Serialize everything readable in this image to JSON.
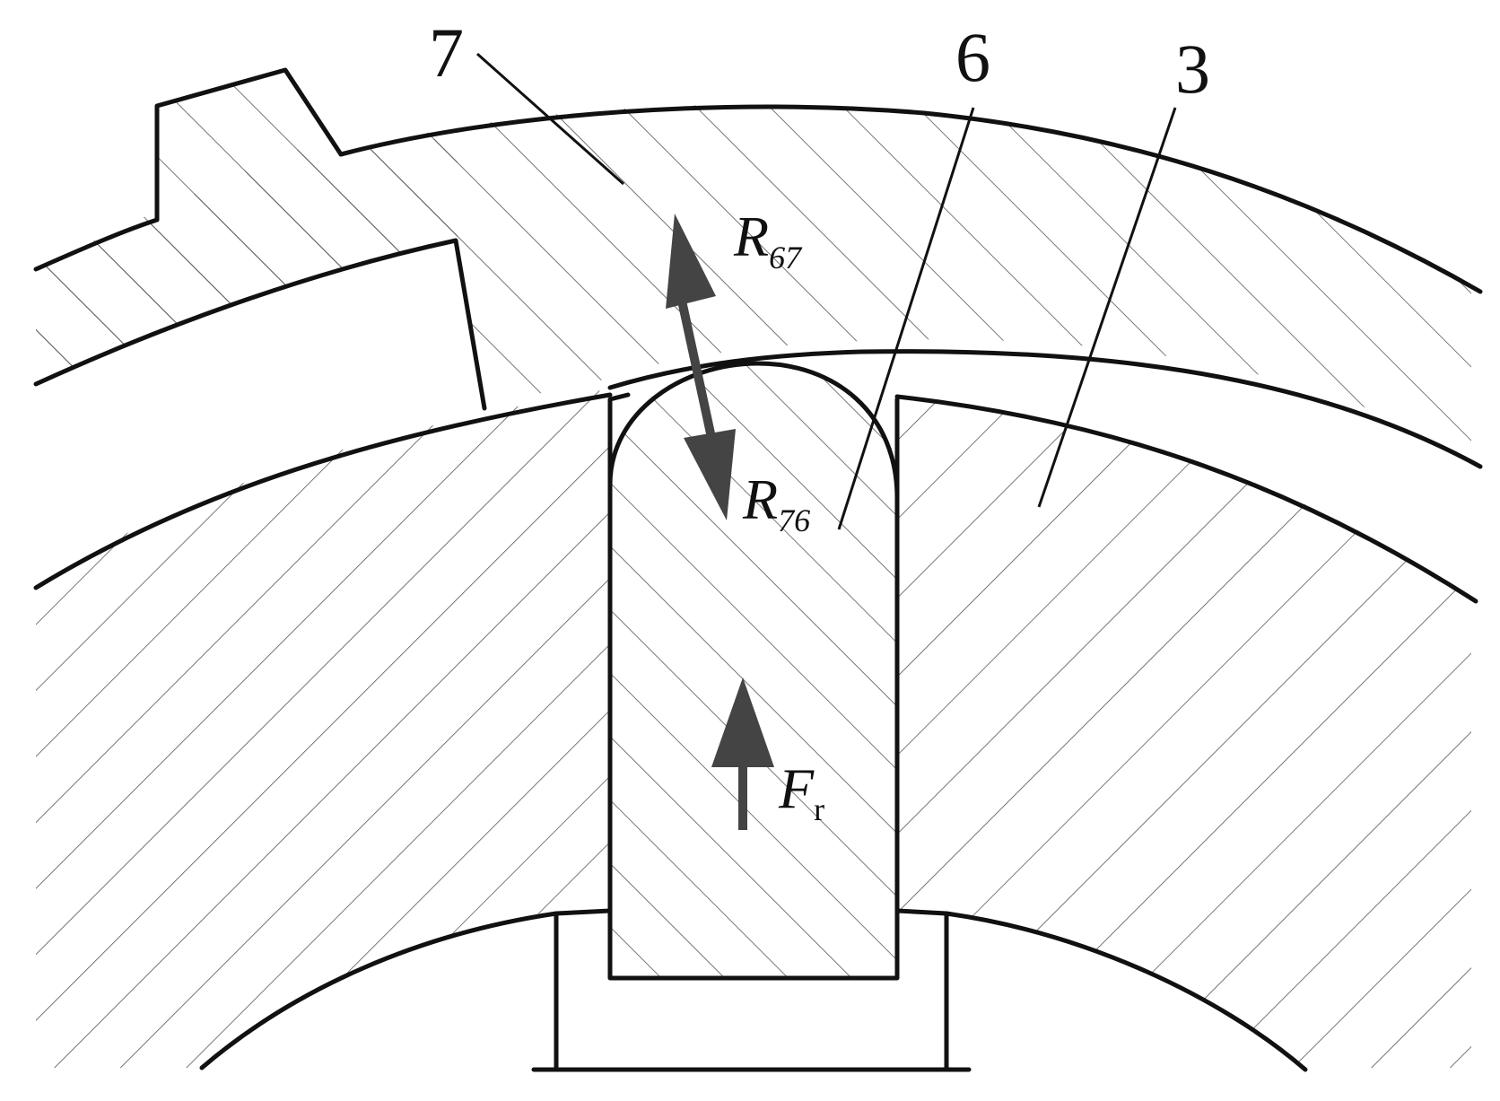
{
  "parts": {
    "part_7": "7",
    "part_6": "6",
    "part_3": "3"
  },
  "forces": {
    "r67": {
      "symbol": "R",
      "subscript": "67"
    },
    "r76": {
      "symbol": "R",
      "subscript": "76"
    },
    "fr": {
      "symbol": "F",
      "subscript": "r"
    }
  },
  "colors": {
    "outline": "#111111",
    "hatch": "#555555",
    "arrow": "#444444",
    "background": "#ffffff"
  }
}
